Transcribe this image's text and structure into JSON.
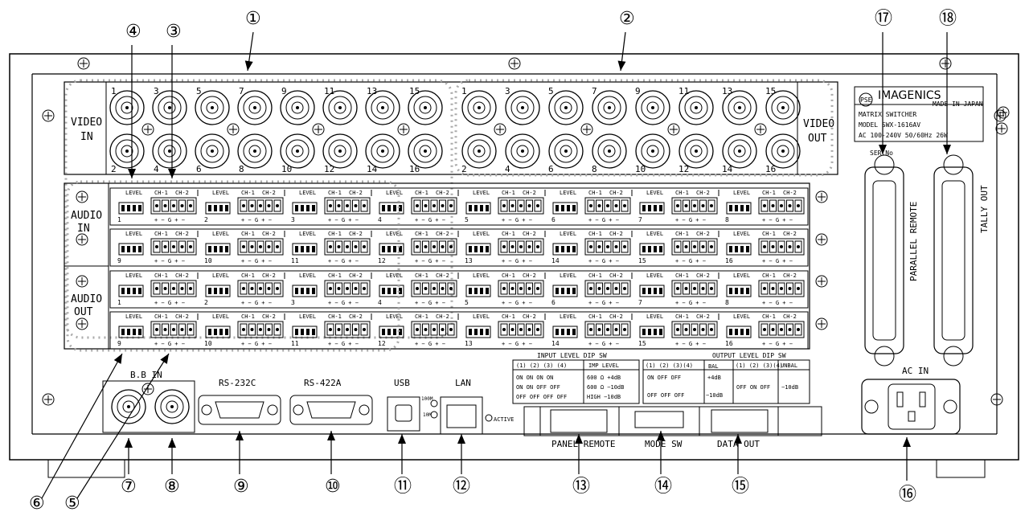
{
  "callouts": [
    "①",
    "②",
    "③",
    "④",
    "⑤",
    "⑥",
    "⑦",
    "⑧",
    "⑨",
    "⑩",
    "⑪",
    "⑫",
    "⑬",
    "⑭",
    "⑮",
    "⑯",
    "⑰",
    "⑱"
  ],
  "video": {
    "in_label_1": "VIDEO",
    "in_label_2": "IN",
    "out_label_1": "VIDEO",
    "out_label_2": "OUT",
    "top_numbers": [
      "1",
      "3",
      "5",
      "7",
      "9",
      "11",
      "13",
      "15"
    ],
    "bottom_numbers": [
      "2",
      "4",
      "6",
      "8",
      "10",
      "12",
      "14",
      "16"
    ]
  },
  "audio": {
    "in_1": "AUDIO",
    "in_2": "IN",
    "out_1": "AUDIO",
    "out_2": "OUT",
    "level": "LEVEL",
    "ch1": "CH-1",
    "ch2": "CH-2",
    "pins": "+ − G + −",
    "row_numbers": [
      [
        "1",
        "2",
        "3",
        "4",
        "5",
        "6",
        "7",
        "8"
      ],
      [
        "9",
        "10",
        "11",
        "12",
        "13",
        "14",
        "15",
        "16"
      ],
      [
        "1",
        "2",
        "3",
        "4",
        "5",
        "6",
        "7",
        "8"
      ],
      [
        "9",
        "10",
        "11",
        "12",
        "13",
        "14",
        "15",
        "16"
      ]
    ]
  },
  "label_plate": {
    "brand": "IMAGENICS",
    "made": "MADE IN JAPAN",
    "line1": "MATRIX SWITCHER",
    "line2": "MODEL SWX-1616AV",
    "line3": "AC 100-240V  50/60Hz    26W",
    "ps": "PSE",
    "ser": "SER.No"
  },
  "connectors": {
    "bb_in": "B.B IN",
    "rs232": "RS-232C",
    "rs422": "RS-422A",
    "usb": "USB",
    "lan": "LAN",
    "led100": "100M",
    "led10": "10M",
    "active": "ACTIVE",
    "parallel": "PARALLEL REMOTE",
    "tally": "TALLY OUT",
    "ac_in": "AC IN",
    "panel_remote": "PANEL REMOTE",
    "mode_sw": "MODE SW",
    "data_out": "DATA OUT"
  },
  "dip": {
    "input_title": "INPUT LEVEL DIP SW",
    "input_head": "(1)  (2)  (3)  (4)",
    "input_rows": [
      "ON   ON   ON   ON",
      "ON   ON   OFF  OFF",
      "OFF  OFF  OFF  OFF"
    ],
    "imp_head": "IMP  LEVEL",
    "imp_rows": [
      "600 Ω +4dB",
      "600 Ω −10dB",
      "HIGH  −10dB"
    ],
    "output_title": "OUTPUT LEVEL DIP SW",
    "bal": "BAL",
    "out_head": "(1)  (2)  (3)(4)",
    "out_row1": "ON   OFF  OFF",
    "out_row2": "OFF  OFF  OFF",
    "bal_plus": "+4dB",
    "bal_minus": "−10dB",
    "unbal": "UNBAL",
    "unbal_head": "(1)  (2)  (3)(4)",
    "unbal_row": "OFF   ON   OFF",
    "unbal_val": "−10dB"
  }
}
